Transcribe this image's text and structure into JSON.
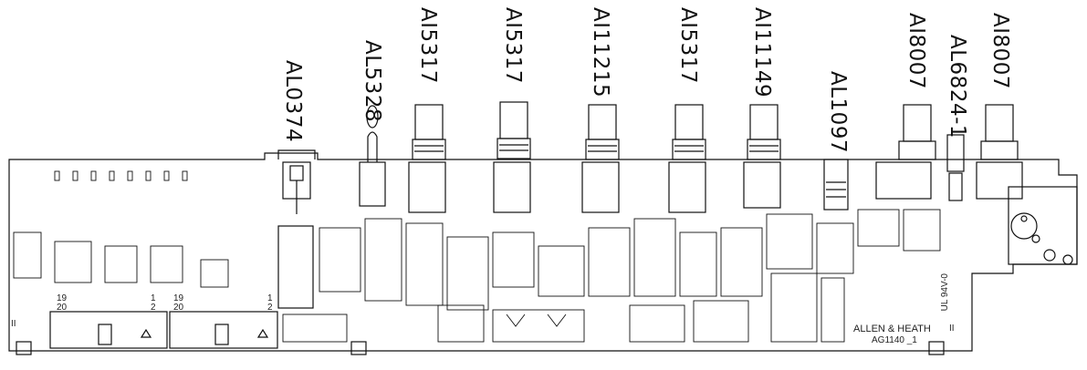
{
  "part_labels": [
    {
      "id": "al0374",
      "text": "AL0374"
    },
    {
      "id": "al5328",
      "text": "AL5328"
    },
    {
      "id": "ai5317-a",
      "text": "AI5317"
    },
    {
      "id": "ai5317-b",
      "text": "AI5317"
    },
    {
      "id": "ai11215",
      "text": "AI11215"
    },
    {
      "id": "ai5317-c",
      "text": "AI5317"
    },
    {
      "id": "ai11149",
      "text": "AI11149"
    },
    {
      "id": "al1097",
      "text": "AL1097"
    },
    {
      "id": "ai8007-a",
      "text": "AI8007"
    },
    {
      "id": "al6824",
      "text": "AL6824-1"
    },
    {
      "id": "ai8007-b",
      "text": "AI8007"
    }
  ],
  "silkscreen": {
    "brand": "ALLEN & HEATH",
    "board_code": "AG1140 _1",
    "ul_mark": "UL 94V-0",
    "pin_19_left": "19",
    "pin_20_left": "20",
    "pin_1_left": "1",
    "pin_2_left": "2",
    "pin_19_right": "19",
    "pin_20_right": "20",
    "pin_1_right": "1",
    "pin_2_right": "2",
    "roman_left": "II",
    "roman_right": "II"
  }
}
